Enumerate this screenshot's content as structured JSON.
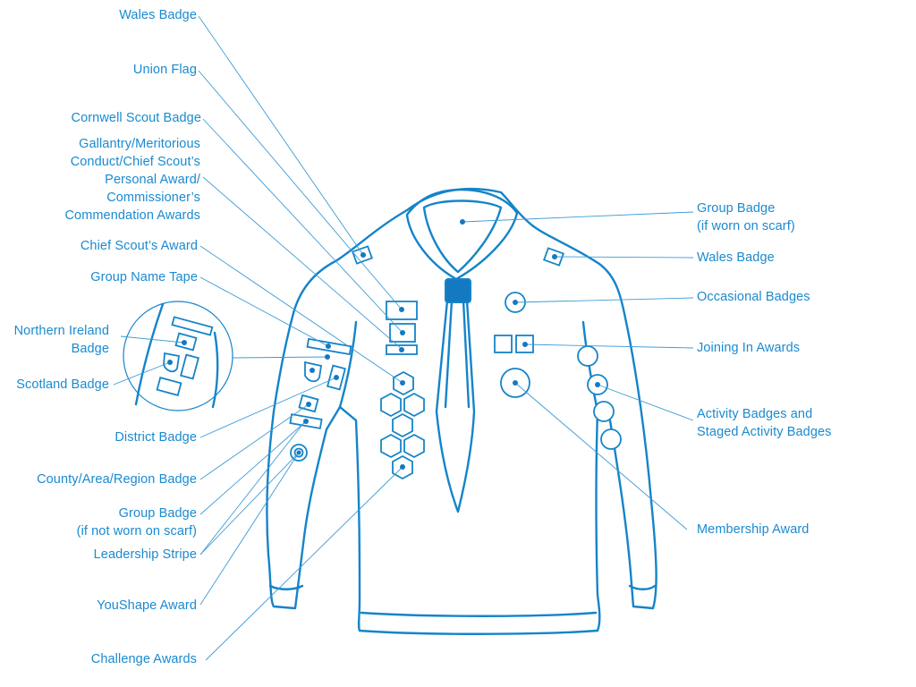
{
  "labels": {
    "wales_badge_left": "Wales Badge",
    "union_flag": "Union Flag",
    "cornwell_scout_badge": "Cornwell Scout Badge",
    "gallantry_awards": [
      "Gallantry/Meritorious",
      "Conduct/Chief Scout’s",
      "Personal Award/",
      "Commissioner’s",
      "Commendation Awards"
    ],
    "chief_scouts_award": "Chief Scout’s Award",
    "group_name_tape": "Group Name Tape",
    "northern_ireland_badge": [
      "Northern Ireland",
      "Badge"
    ],
    "scotland_badge": "Scotland Badge",
    "district_badge": "District Badge",
    "county_area_region_badge": "County/Area/Region Badge",
    "group_badge_not_scarf": [
      "Group Badge",
      "(if not worn on scarf)"
    ],
    "leadership_stripe": "Leadership Stripe",
    "youshape_award": "YouShape Award",
    "challenge_awards": "Challenge Awards",
    "group_badge_scarf": [
      "Group Badge",
      "(if worn on scarf)"
    ],
    "wales_badge_right": "Wales Badge",
    "occasional_badges": "Occasional Badges",
    "joining_in_awards": "Joining In Awards",
    "activity_badges": [
      "Activity Badges and",
      "Staged Activity Badges"
    ],
    "membership_award": "Membership Award"
  },
  "colors": {
    "label": "#1a8ad0",
    "outline": "#1584c9",
    "leader_line": "#3d9bd6",
    "dot": "#1579c2"
  }
}
